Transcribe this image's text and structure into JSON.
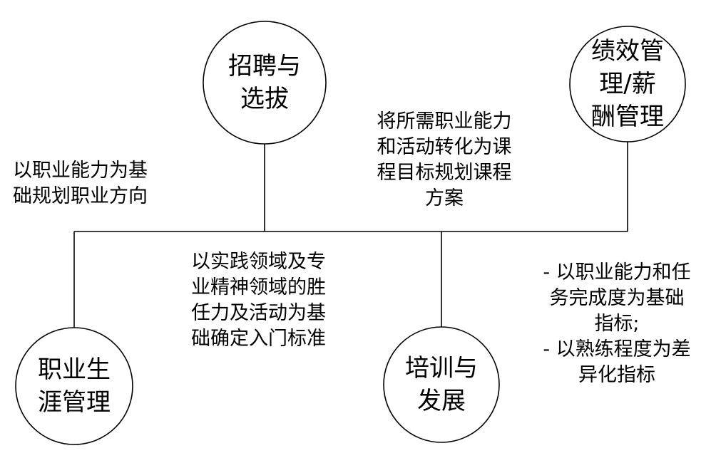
{
  "nodes": {
    "recruitment": {
      "lines": [
        "招聘与",
        "选拔"
      ]
    },
    "performance": {
      "lines": [
        "绩效管",
        "理/薪",
        "酬管理"
      ]
    },
    "career": {
      "lines": [
        "职业生",
        "涯管理"
      ]
    },
    "training": {
      "lines": [
        "培训与",
        "发展"
      ]
    }
  },
  "notes": {
    "career_direction": {
      "lines": [
        "以职业能力为基",
        "础规划职业方向"
      ]
    },
    "curriculum": {
      "lines": [
        "将所需职业能力",
        "和活动转化为课",
        "程目标规划课程",
        "方案"
      ]
    },
    "entry_standard": {
      "lines": [
        "以实践领域及专",
        "业精神领域的胜",
        "任力及活动为基",
        "础确定入门标准"
      ]
    },
    "indicators": {
      "lines": [
        "- 以职业能力和任",
        "务完成度为基础",
        "指标;",
        "- 以熟练程度为差",
        "异化指标"
      ]
    }
  }
}
